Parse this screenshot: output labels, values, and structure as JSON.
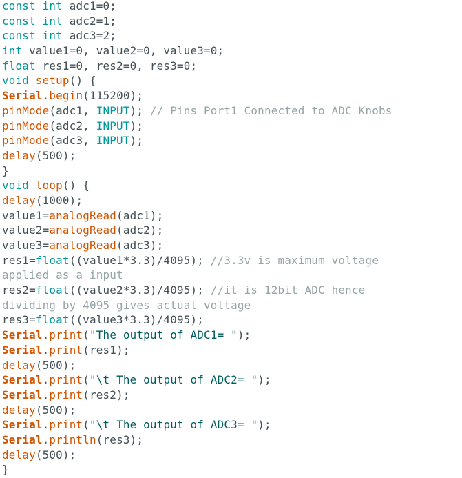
{
  "colors": {
    "background": "#ffffff",
    "plain": "#434f54",
    "keyword_type": "#00979c",
    "function": "#d35400",
    "constant": "#00979c",
    "string": "#005c5f",
    "comment": "#95a5a6"
  },
  "code": {
    "language": "arduino",
    "lines": [
      [
        [
          "type",
          "const"
        ],
        [
          "plain",
          " "
        ],
        [
          "type",
          "int"
        ],
        [
          "plain",
          " adc1=0;"
        ]
      ],
      [
        [
          "type",
          "const"
        ],
        [
          "plain",
          " "
        ],
        [
          "type",
          "int"
        ],
        [
          "plain",
          " adc2=1;"
        ]
      ],
      [
        [
          "type",
          "const"
        ],
        [
          "plain",
          " "
        ],
        [
          "type",
          "int"
        ],
        [
          "plain",
          " adc3=2;"
        ]
      ],
      [
        [
          "type",
          "int"
        ],
        [
          "plain",
          " value1=0, value2=0, value3=0;"
        ]
      ],
      [
        [
          "type",
          "float"
        ],
        [
          "plain",
          " res1=0, res2=0, res3=0;"
        ]
      ],
      [
        [
          "type",
          "void"
        ],
        [
          "plain",
          " "
        ],
        [
          "func",
          "setup"
        ],
        [
          "plain",
          "() {"
        ]
      ],
      [
        [
          "serial",
          "Serial"
        ],
        [
          "plain",
          "."
        ],
        [
          "func",
          "begin"
        ],
        [
          "plain",
          "(115200);"
        ]
      ],
      [
        [
          "func",
          "pinMode"
        ],
        [
          "plain",
          "(adc1, "
        ],
        [
          "const",
          "INPUT"
        ],
        [
          "plain",
          ");"
        ],
        [
          "comment",
          " // Pins Port1 Connected to ADC Knobs"
        ]
      ],
      [
        [
          "func",
          "pinMode"
        ],
        [
          "plain",
          "(adc2, "
        ],
        [
          "const",
          "INPUT"
        ],
        [
          "plain",
          ");"
        ]
      ],
      [
        [
          "func",
          "pinMode"
        ],
        [
          "plain",
          "(adc3, "
        ],
        [
          "const",
          "INPUT"
        ],
        [
          "plain",
          ");"
        ]
      ],
      [
        [
          "func",
          "delay"
        ],
        [
          "plain",
          "(500);"
        ]
      ],
      [
        [
          "plain",
          "}"
        ]
      ],
      [
        [
          "type",
          "void"
        ],
        [
          "plain",
          " "
        ],
        [
          "func",
          "loop"
        ],
        [
          "plain",
          "() {"
        ]
      ],
      [
        [
          "func",
          "delay"
        ],
        [
          "plain",
          "(1000);"
        ]
      ],
      [
        [
          "plain",
          "value1="
        ],
        [
          "func",
          "analogRead"
        ],
        [
          "plain",
          "(adc1);"
        ]
      ],
      [
        [
          "plain",
          "value2="
        ],
        [
          "func",
          "analogRead"
        ],
        [
          "plain",
          "(adc2);"
        ]
      ],
      [
        [
          "plain",
          "value3="
        ],
        [
          "func",
          "analogRead"
        ],
        [
          "plain",
          "(adc3);"
        ]
      ],
      [
        [
          "plain",
          "res1="
        ],
        [
          "type",
          "float"
        ],
        [
          "plain",
          "((value1*3.3)/4095);"
        ],
        [
          "comment",
          " //3.3v is maximum voltage"
        ]
      ],
      [
        [
          "comment",
          "applied as a input"
        ]
      ],
      [
        [
          "plain",
          "res2="
        ],
        [
          "type",
          "float"
        ],
        [
          "plain",
          "((value2*3.3)/4095);"
        ],
        [
          "comment",
          " //it is 12bit ADC hence"
        ]
      ],
      [
        [
          "comment",
          "dividing by 4095 gives actual voltage"
        ]
      ],
      [
        [
          "plain",
          "res3="
        ],
        [
          "type",
          "float"
        ],
        [
          "plain",
          "((value3*3.3)/4095);"
        ]
      ],
      [
        [
          "serial",
          "Serial"
        ],
        [
          "plain",
          "."
        ],
        [
          "func",
          "print"
        ],
        [
          "plain",
          "("
        ],
        [
          "string",
          "\"The output of ADC1= \""
        ],
        [
          "plain",
          ");"
        ]
      ],
      [
        [
          "serial",
          "Serial"
        ],
        [
          "plain",
          "."
        ],
        [
          "func",
          "print"
        ],
        [
          "plain",
          "(res1);"
        ]
      ],
      [
        [
          "func",
          "delay"
        ],
        [
          "plain",
          "(500);"
        ]
      ],
      [
        [
          "serial",
          "Serial"
        ],
        [
          "plain",
          "."
        ],
        [
          "func",
          "print"
        ],
        [
          "plain",
          "("
        ],
        [
          "string",
          "\"\\t The output of ADC2= \""
        ],
        [
          "plain",
          ");"
        ]
      ],
      [
        [
          "serial",
          "Serial"
        ],
        [
          "plain",
          "."
        ],
        [
          "func",
          "print"
        ],
        [
          "plain",
          "(res2);"
        ]
      ],
      [
        [
          "func",
          "delay"
        ],
        [
          "plain",
          "(500);"
        ]
      ],
      [
        [
          "serial",
          "Serial"
        ],
        [
          "plain",
          "."
        ],
        [
          "func",
          "print"
        ],
        [
          "plain",
          "("
        ],
        [
          "string",
          "\"\\t The output of ADC3= \""
        ],
        [
          "plain",
          ");"
        ]
      ],
      [
        [
          "serial",
          "Serial"
        ],
        [
          "plain",
          "."
        ],
        [
          "func",
          "println"
        ],
        [
          "plain",
          "(res3);"
        ]
      ],
      [
        [
          "func",
          "delay"
        ],
        [
          "plain",
          "(500);"
        ]
      ],
      [
        [
          "plain",
          "}"
        ]
      ]
    ]
  }
}
